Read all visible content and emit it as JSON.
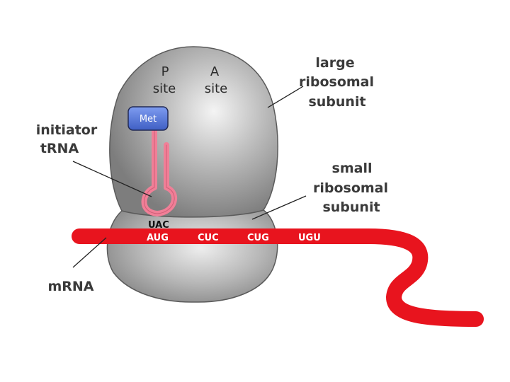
{
  "labels": {
    "p_site": [
      "P",
      "site"
    ],
    "a_site": [
      "A",
      "site"
    ],
    "large_subunit": [
      "large",
      "ribosomal",
      "subunit"
    ],
    "small_subunit": [
      "small",
      "ribosomal",
      "subunit"
    ],
    "initiator_trna": [
      "initiator",
      "tRNA"
    ],
    "mrna": "mRNA"
  },
  "amino_acid": "Met",
  "anticodon": "UAC",
  "codons": [
    "AUG",
    "CUC",
    "CUG",
    "UGU"
  ],
  "colors": {
    "ribosome": "#9a9a9a",
    "ribosome_highlight": "#ececec",
    "mrna": "#e8141e",
    "trna": "#f07f97",
    "met_box": "#5c7ed8"
  }
}
